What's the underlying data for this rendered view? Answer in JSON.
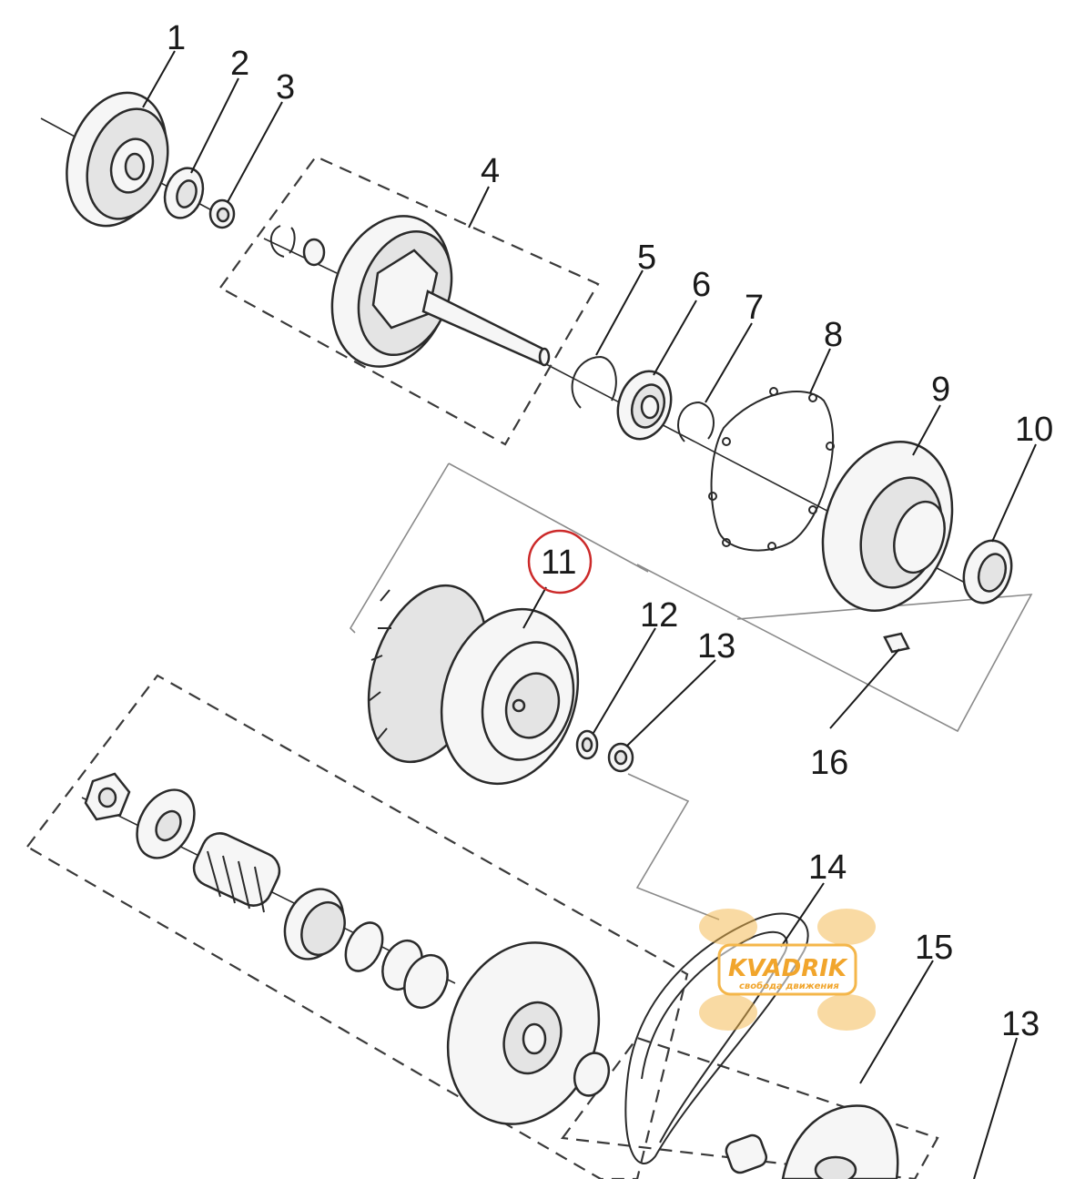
{
  "callouts": {
    "c1": "1",
    "c2": "2",
    "c3": "3",
    "c4": "4",
    "c5": "5",
    "c6": "6",
    "c7": "7",
    "c8": "8",
    "c9": "9",
    "c10": "10",
    "c11": "11",
    "c12": "12",
    "c13a": "13",
    "c13b": "13",
    "c14": "14",
    "c15": "15",
    "c16": "16"
  },
  "highlight": {
    "callout": "11",
    "color": "#cc2a2a"
  },
  "watermark": {
    "brand": "KVADRIK",
    "tagline": "свобода движения",
    "color": "#f4b64a"
  }
}
